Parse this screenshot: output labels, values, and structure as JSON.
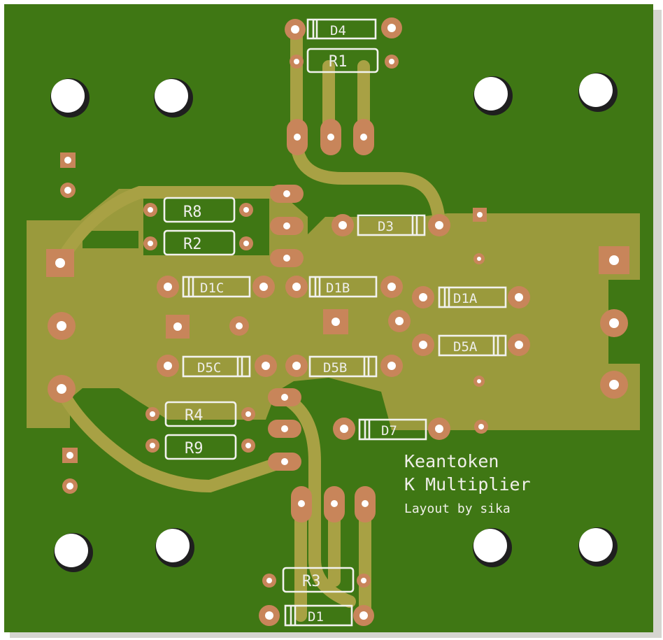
{
  "colors": {
    "soldermask": "#3f7714",
    "copper_pour": "#9a9a3c",
    "trace": "#a8a144",
    "copper_pad": "#c8855a",
    "silkscreen": "#f2f2ee",
    "hole": "#ffffff"
  },
  "components": {
    "D4": "D4",
    "R1": "R1",
    "R8": "R8",
    "R2": "R2",
    "D3": "D3",
    "D1C": "D1C",
    "D1B": "D1B",
    "D1A": "D1A",
    "D5C": "D5C",
    "D5B": "D5B",
    "D5A": "D5A",
    "R4": "R4",
    "R9": "R9",
    "D7": "D7",
    "R3": "R3",
    "D1": "D1"
  },
  "credits": {
    "line1": "Keantoken",
    "line2": "K Multiplier",
    "line3": "Layout by sika"
  }
}
